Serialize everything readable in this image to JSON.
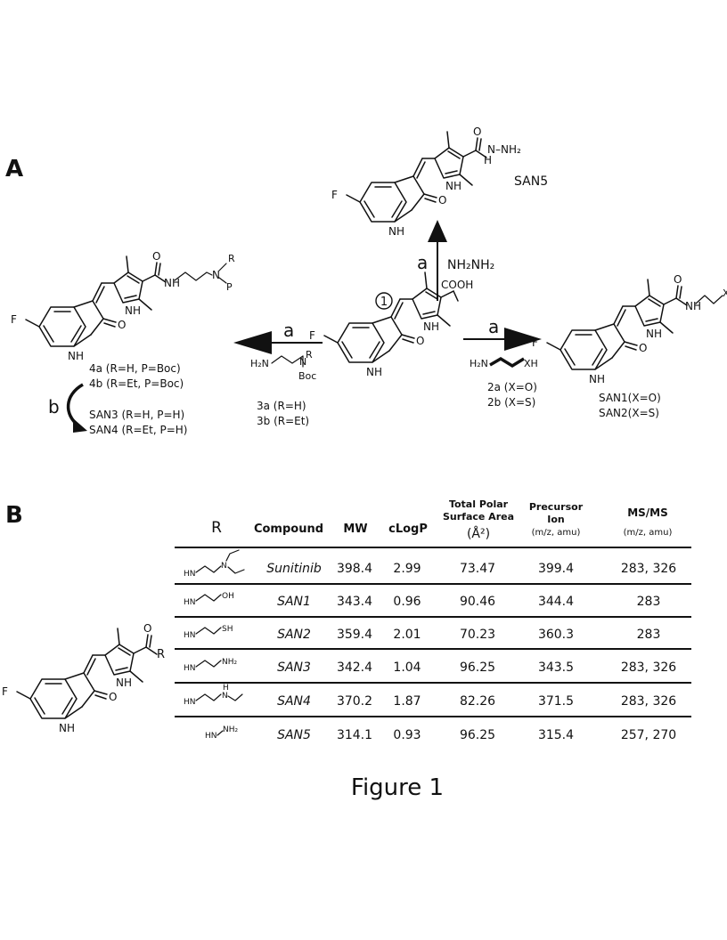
{
  "panel_a": {
    "label": "A",
    "start_compound_id": "1",
    "start_cooh": "COOH",
    "arrow_up": {
      "letter": "a",
      "reagent": "NH₂NH₂"
    },
    "arrow_left": {
      "letter": "a"
    },
    "arrow_right": {
      "letter": "a"
    },
    "arrow_b": {
      "letter": "b"
    },
    "san5": {
      "name": "SAN5",
      "hydrazide_label": "N–NH₂"
    },
    "left_product": {
      "line1": "4a (R=H, P=Boc)",
      "line2": "4b (R=Et, P=Boc)",
      "line3": "SAN3 (R=H, P=H)",
      "line4": "SAN4 (R=Et, P=H)",
      "r_label": "R",
      "p_label": "P"
    },
    "left_reagent": {
      "h2n": "H₂N",
      "r": "R",
      "n": "N",
      "boc": "Boc",
      "line1": "3a (R=H)",
      "line2": "3b (R=Et)"
    },
    "right_reagent": {
      "h2n": "H₂N",
      "xh": "XH",
      "line1": "2a (X=O)",
      "line2": "2b (X=S)"
    },
    "right_product": {
      "xh": "XH",
      "line1": "SAN1(X=O)",
      "line2": "SAN2(X=S)"
    },
    "atoms": {
      "F": "F",
      "O": "O",
      "NH": "NH",
      "H": "H",
      "N": "N",
      "HN": "HN"
    }
  },
  "panel_b": {
    "label": "B",
    "core_r": "R",
    "headers": {
      "r": "R",
      "compound": "Compound",
      "mw": "MW",
      "clogp": "cLogP",
      "tpsa_1": "Total Polar",
      "tpsa_2": "Surface Area",
      "tpsa_3": "(Å²)",
      "precursor_1": "Precursor",
      "precursor_2": "Ion",
      "precursor_3": "(m/z, amu)",
      "msms_1": "MS/MS",
      "msms_2": "(m/z, amu)"
    },
    "rows": [
      {
        "r_group": "HN–CH₂CH₂–NEt₂",
        "compound": "Sunitinib",
        "mw": "398.4",
        "clogp": "2.99",
        "tpsa": "73.47",
        "precursor": "399.4",
        "msms": "283, 326"
      },
      {
        "r_group": "HN–CH₂CH₂–OH",
        "compound": "SAN1",
        "mw": "343.4",
        "clogp": "0.96",
        "tpsa": "90.46",
        "precursor": "344.4",
        "msms": "283"
      },
      {
        "r_group": "HN–CH₂CH₂–SH",
        "compound": "SAN2",
        "mw": "359.4",
        "clogp": "2.01",
        "tpsa": "70.23",
        "precursor": "360.3",
        "msms": "283"
      },
      {
        "r_group": "HN–CH₂CH₂–NH₂",
        "compound": "SAN3",
        "mw": "342.4",
        "clogp": "1.04",
        "tpsa": "96.25",
        "precursor": "343.5",
        "msms": "283, 326"
      },
      {
        "r_group": "HN–CH₂CH₂–NHEt",
        "compound": "SAN4",
        "mw": "370.2",
        "clogp": "1.87",
        "tpsa": "82.26",
        "precursor": "371.5",
        "msms": "283, 326"
      },
      {
        "r_group": "HN–NH₂",
        "compound": "SAN5",
        "mw": "314.1",
        "clogp": "0.93",
        "tpsa": "96.25",
        "precursor": "315.4",
        "msms": "257, 270"
      }
    ],
    "r_labels": {
      "hn": "HN",
      "n": "N",
      "oh": "OH",
      "sh": "SH",
      "nh2": "NH₂",
      "h": "H",
      "hn_nh2": "HN",
      "nh2b": "NH₂"
    }
  },
  "caption": "Figure 1"
}
